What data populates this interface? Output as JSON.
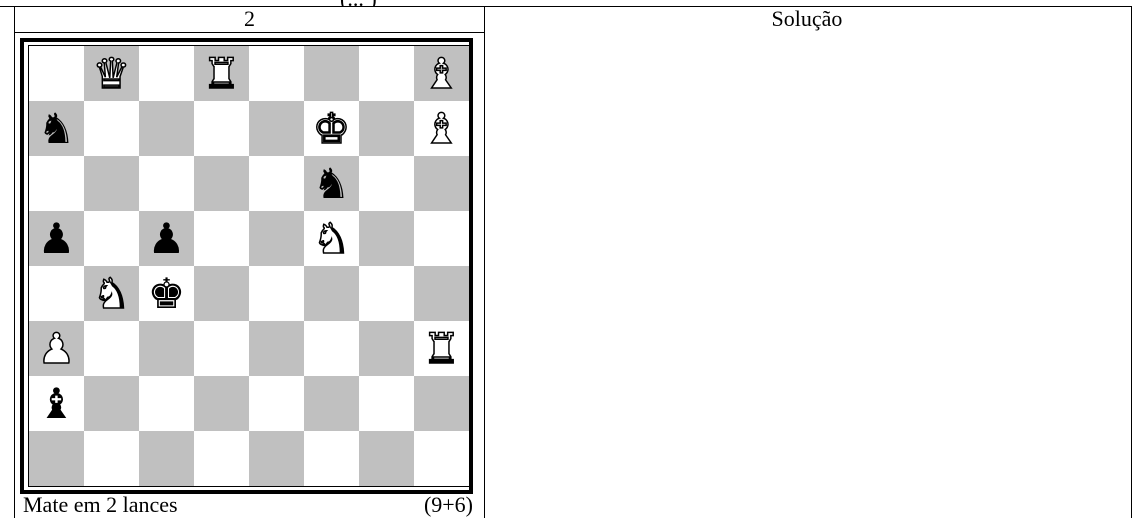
{
  "header": {
    "cut_text": "(... )",
    "problem_number": "2",
    "solution_label": "Solução"
  },
  "board": {
    "light_color": "#ffffff",
    "dark_color": "#c0c0c0",
    "ranks": [
      [
        null,
        "wQ",
        null,
        "wR",
        null,
        null,
        null,
        "wB"
      ],
      [
        "bN",
        null,
        null,
        null,
        null,
        "wK",
        null,
        "wB"
      ],
      [
        null,
        null,
        null,
        null,
        null,
        "bN",
        null,
        null
      ],
      [
        "bP",
        null,
        "bP",
        null,
        null,
        "wN",
        null,
        null
      ],
      [
        null,
        "wN",
        "bK",
        null,
        null,
        null,
        null,
        null
      ],
      [
        "wP",
        null,
        null,
        null,
        null,
        null,
        null,
        "wR"
      ],
      [
        "bB",
        null,
        null,
        null,
        null,
        null,
        null,
        null
      ],
      [
        null,
        null,
        null,
        null,
        null,
        null,
        null,
        null
      ]
    ]
  },
  "caption": {
    "stipulation": "Mate em 2 lances",
    "piece_count": "(9+6)"
  }
}
